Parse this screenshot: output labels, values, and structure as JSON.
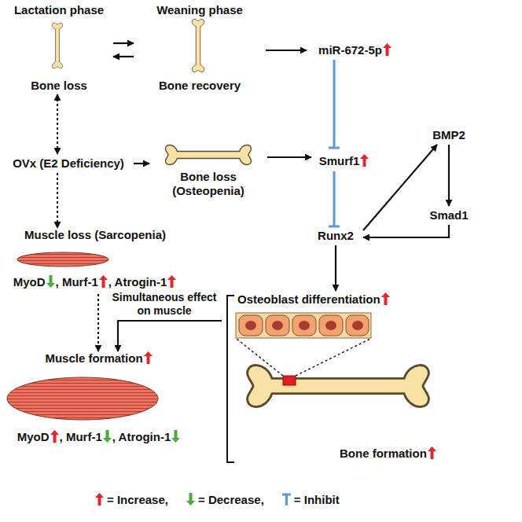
{
  "diagram": {
    "nodes": [
      {
        "text": [
          "Lactation phase",
          "Bone loss"
        ]
      },
      {
        "text": [
          "Weaning phase",
          "Bone recovery"
        ]
      },
      {
        "text": [
          "miR-672-5p"
        ]
      },
      {
        "text": [
          "OVx (E2 Deficiency)"
        ]
      },
      {
        "text": [
          "Bone loss (Osteopenia)"
        ]
      },
      {
        "text": [
          "Smurf1"
        ]
      },
      {
        "text": [
          "BMP2"
        ]
      },
      {
        "text": [
          "Runx2"
        ]
      },
      {
        "text": [
          "Smad1"
        ]
      },
      {
        "text": [
          "Muscle loss (Sarcopenia)",
          "MyoD",
          ", Murf-1",
          ", Atrogin-1"
        ]
      },
      {
        "text": [
          "Osteoblast differentiation",
          "Bone formation"
        ]
      },
      {
        "text": [
          "Muscle formation",
          "MyoD",
          ", Murf-1",
          ", Atrogin-1"
        ]
      }
    ],
    "edges": [
      {
        "from": 0,
        "to": 1,
        "arrow": "to"
      },
      {
        "from": 1,
        "to": 0,
        "arrow": "to"
      },
      {
        "from": 1,
        "to": 2,
        "arrow": "to"
      },
      {
        "from": 2,
        "to": 5,
        "arrow": "to"
      },
      {
        "from": 3,
        "to": 4,
        "arrow": "to"
      },
      {
        "from": 4,
        "to": 5,
        "arrow": "to"
      },
      {
        "from": 5,
        "to": 7,
        "arrow": "to"
      },
      {
        "from": 7,
        "to": 6,
        "arrow": "to"
      },
      {
        "from": 6,
        "to": 8,
        "arrow": "to"
      },
      {
        "from": 8,
        "to": 7,
        "arrow": "to"
      },
      {
        "from": 7,
        "to": 10,
        "arrow": "to"
      },
      {
        "from": 10,
        "to": 11,
        "label": "Simultaneous effect on muscle",
        "arrow": "to"
      },
      {
        "from": 0,
        "to": 3,
        "arrow": "both"
      },
      {
        "from": 3,
        "to": 9,
        "arrow": "to"
      },
      {
        "from": 9,
        "to": 11,
        "arrow": "to"
      }
    ],
    "legend": [
      {
        "text": "= Increase,"
      },
      {
        "text": "= Decrease,"
      },
      {
        "text": "= Inhibit"
      }
    ]
  }
}
